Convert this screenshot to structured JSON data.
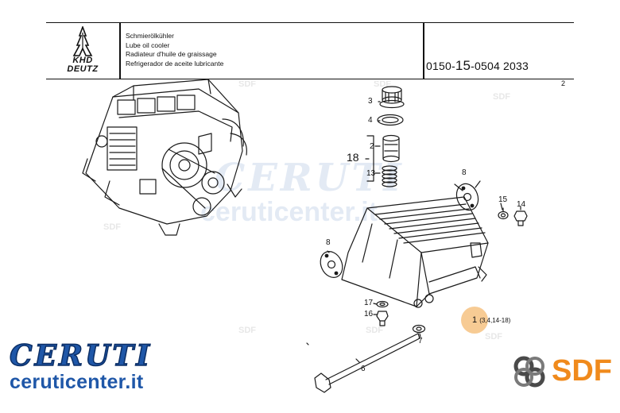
{
  "header": {
    "brand_top": "KHD",
    "brand_bottom": "DEUTZ",
    "titles": [
      "Schmierölkühler",
      "Lube oil cooler",
      "Radiateur d'huile de graissage",
      "Refrigerador de aceite lubricante"
    ],
    "part_prefix": "0150-",
    "part_group": "15",
    "part_suffix": "-0504 2033",
    "page_no": "2"
  },
  "callouts": {
    "c3": "3",
    "c4": "4",
    "c2": "2",
    "c13": "13",
    "c18": "18",
    "c8a": "8",
    "c8b": "8",
    "c15": "15",
    "c14": "14",
    "c17": "17",
    "c16": "16",
    "c7": "7",
    "c6": "6"
  },
  "reference": {
    "main": "1",
    "detail": "(3,4,14-18)"
  },
  "watermarks": {
    "ceruti": "CERUTI",
    "center": "ceruticenter.it",
    "sdf": "SDF"
  },
  "branding": {
    "ceruti": "CERUTI",
    "center": "ceruticenter.it",
    "sdf": "SDF",
    "ceruti_color": "#1f57a8",
    "sdf_color": "#f08a1c"
  }
}
